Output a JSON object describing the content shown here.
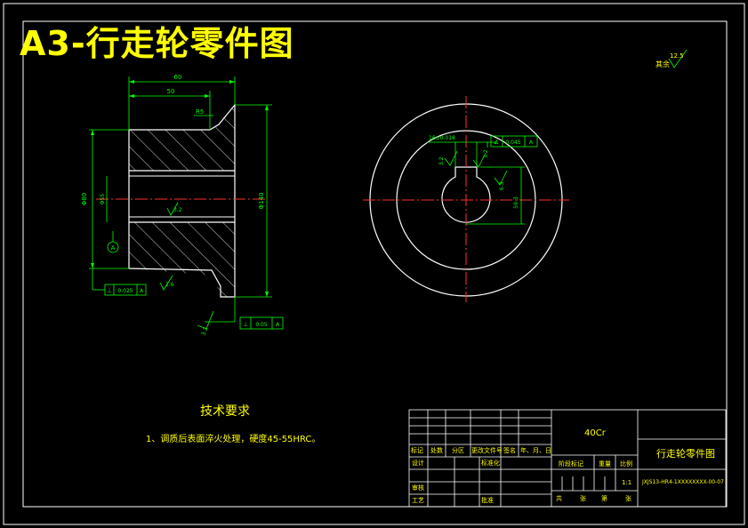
{
  "title": "A3-行走轮零件图",
  "roughness": {
    "label": "其余",
    "value": "12.5"
  },
  "side_view": {
    "dim_top_outer": "60",
    "dim_top_inner": "50",
    "chamfer": "R5",
    "dim_left": "Φ80",
    "dim_right": "Φ140",
    "bore_label": "Φ55",
    "rough_center": "3.2",
    "rough_lower": "1.6",
    "datum": "A",
    "tol_left": {
      "symbol": "⊥",
      "value": "0.025",
      "datum": "A"
    },
    "tol_bottom": {
      "symbol": "⊥",
      "value": "0.05",
      "datum": "A"
    },
    "rough_bottom": "3.2"
  },
  "front_view": {
    "keyway_dim": "16±0.018",
    "tol": {
      "symbol": "∠",
      "value": "0.045",
      "datum": "A"
    },
    "rough_a": "3.2",
    "rough_b": "3.2",
    "rough_c": "6.3",
    "depth_dim": "59.3"
  },
  "tech": {
    "title": "技术要求",
    "note": "1、调质后表面淬火处理，硬度45-55HRC。"
  },
  "title_block": {
    "material": "40Cr",
    "part_name": "行走轮零件图",
    "drawing_no": "JXJS13-HR4-1XXXXXXXX-00-07",
    "scale": "1:1",
    "headers": [
      "标记",
      "处数",
      "分区",
      "更改文件号",
      "签名",
      "年、月、日"
    ],
    "row_design": [
      "设计",
      "标准化"
    ],
    "row_check": "审核",
    "row_process": [
      "工艺",
      "批准"
    ],
    "stage": "阶段标记",
    "weight": "重量",
    "ratio": "比例",
    "sheets": [
      "共",
      "张",
      "第",
      "张"
    ]
  }
}
